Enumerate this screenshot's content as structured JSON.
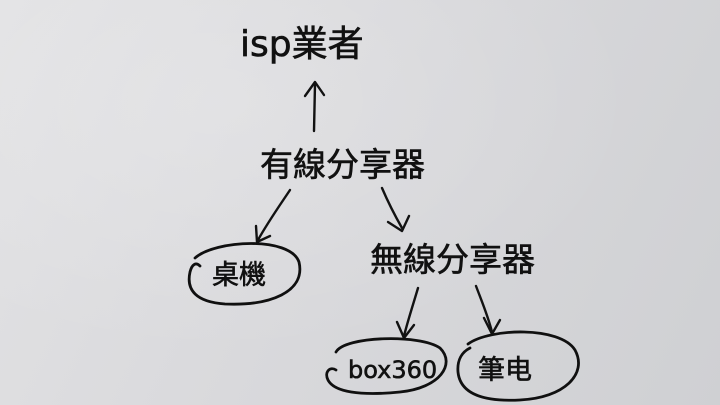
{
  "nodes": {
    "isp": "isp業者",
    "wired_router": "有線分享器",
    "desktop": "桌機",
    "wireless_router": "無線分享器",
    "xbox": "box360",
    "laptop": "筆电"
  },
  "colors": {
    "paper": "#dadadd",
    "ink": "#111111"
  }
}
